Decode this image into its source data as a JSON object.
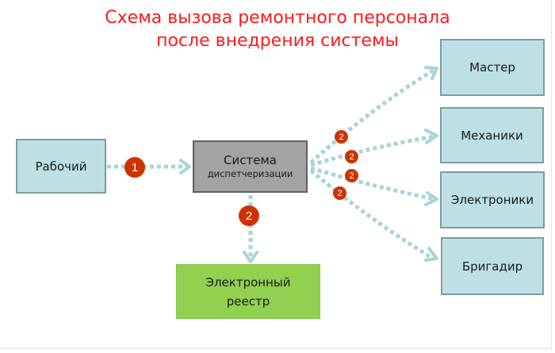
{
  "title": {
    "line1": "Схема вызова ремонтного персонала",
    "line2": "после внедрения системы"
  },
  "nodes": {
    "worker": "Рабочий",
    "system_line1": "Система",
    "system_line2": "диспетчеризации",
    "registry_line1": "Электронный",
    "registry_line2": "реестр",
    "master": "Мастер",
    "mechanics": "Механики",
    "electronics": "Электроники",
    "foreman": "Бригадир"
  },
  "steps": {
    "worker_to_system": "1",
    "system_to_registry": "2",
    "system_to_master": "2",
    "system_to_mechanics": "2",
    "system_to_electronics": "2",
    "system_to_foreman": "2"
  },
  "colors": {
    "title": "#ff1a1a",
    "person_box": "#bde0e4",
    "system_box": "#a3a3a3",
    "registry_box": "#92d050",
    "connector": "#a9d4d9",
    "badge": "#cc3300"
  }
}
